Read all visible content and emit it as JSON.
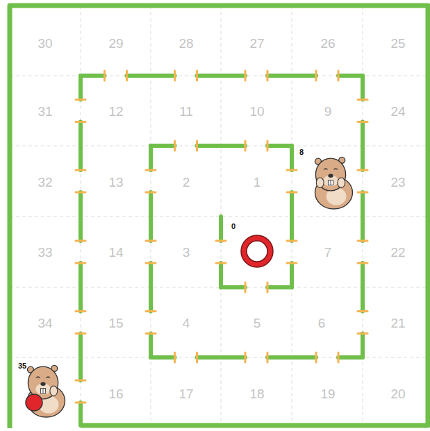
{
  "diagram": {
    "labels": [
      "30",
      "29",
      "28",
      "27",
      "26",
      "25",
      "31",
      "12",
      "11",
      "10",
      "9",
      "24",
      "8",
      "32",
      "13",
      "2",
      "1",
      "23",
      "0",
      "33",
      "14",
      "3",
      "7",
      "22",
      "34",
      "15",
      "4",
      "5",
      "6",
      "21",
      "35",
      "16",
      "17",
      "18",
      "19",
      "20"
    ]
  }
}
